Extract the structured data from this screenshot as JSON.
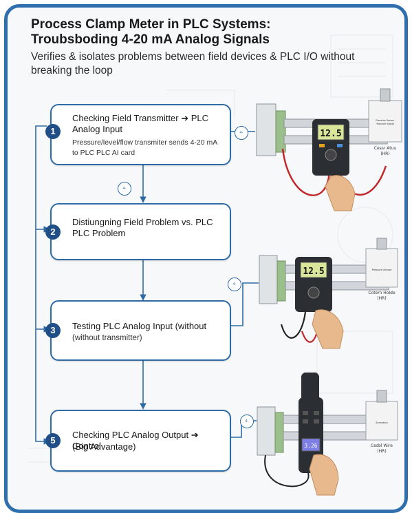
{
  "header": {
    "title_line1": "Process Clamp Meter in PLC Systems:",
    "title_line2": "Troubsboding 4-20 mA Analog Signals",
    "subtitle": "Verifies & isolates problems between field devices & PLC I/O without breaking the loop"
  },
  "steps": [
    {
      "number": "1",
      "title_line1": "Checking Field Transmitter ➔ PLC",
      "title_line2": "Analog Input",
      "detail_line1": "Pressure/level/flow transmiter sends 4-20 mA",
      "detail_line2": "to PLC PLC AI card"
    },
    {
      "number": "2",
      "title_line1": "Distiungning Field Problem vs. PLC",
      "title_line2": "PLC Problem"
    },
    {
      "number": "3",
      "title_line1": "Testing PLC Analog Input (without",
      "detail_line1": "(without transmitter)"
    },
    {
      "number": "5",
      "title_line1": "Checking PLC Analog Output ➔ Control",
      "title_line2": "(Big Advantage)"
    }
  ],
  "connector_tags": [
    "4-20mA",
    "4-20mA",
    "4-20mA",
    "4-20mA"
  ],
  "illustrations": [
    {
      "meter_reading": "12.5",
      "device_label_line1": "Pressure Sensor",
      "device_label_line2": "Transmit Signal",
      "device_caption_line1": "Cessr Atuu",
      "device_caption_line2": "(HR)"
    },
    {
      "meter_reading": "12.5",
      "device_label_line1": "Pressure Sensor",
      "device_caption_line1": "Cotern Holde",
      "device_caption_line2": "(HR)"
    },
    {
      "meter_reading": "3.26",
      "device_label_line1": "Sensation",
      "device_caption_line1": "Cesbl Wire",
      "device_caption_line2": "(HR)"
    }
  ],
  "colors": {
    "frame": "#2f6fae",
    "box_border": "#2e6ba6",
    "number_badge": "#1f4f86",
    "arrow": "#2e6ba6",
    "meter_body": "#2b2f33",
    "meter_screen": "#d9e69a",
    "clamp_screen": "#7d7fe6",
    "wire_red": "#c0282d",
    "wire_black": "#222222",
    "hand": "#e9b98e"
  }
}
